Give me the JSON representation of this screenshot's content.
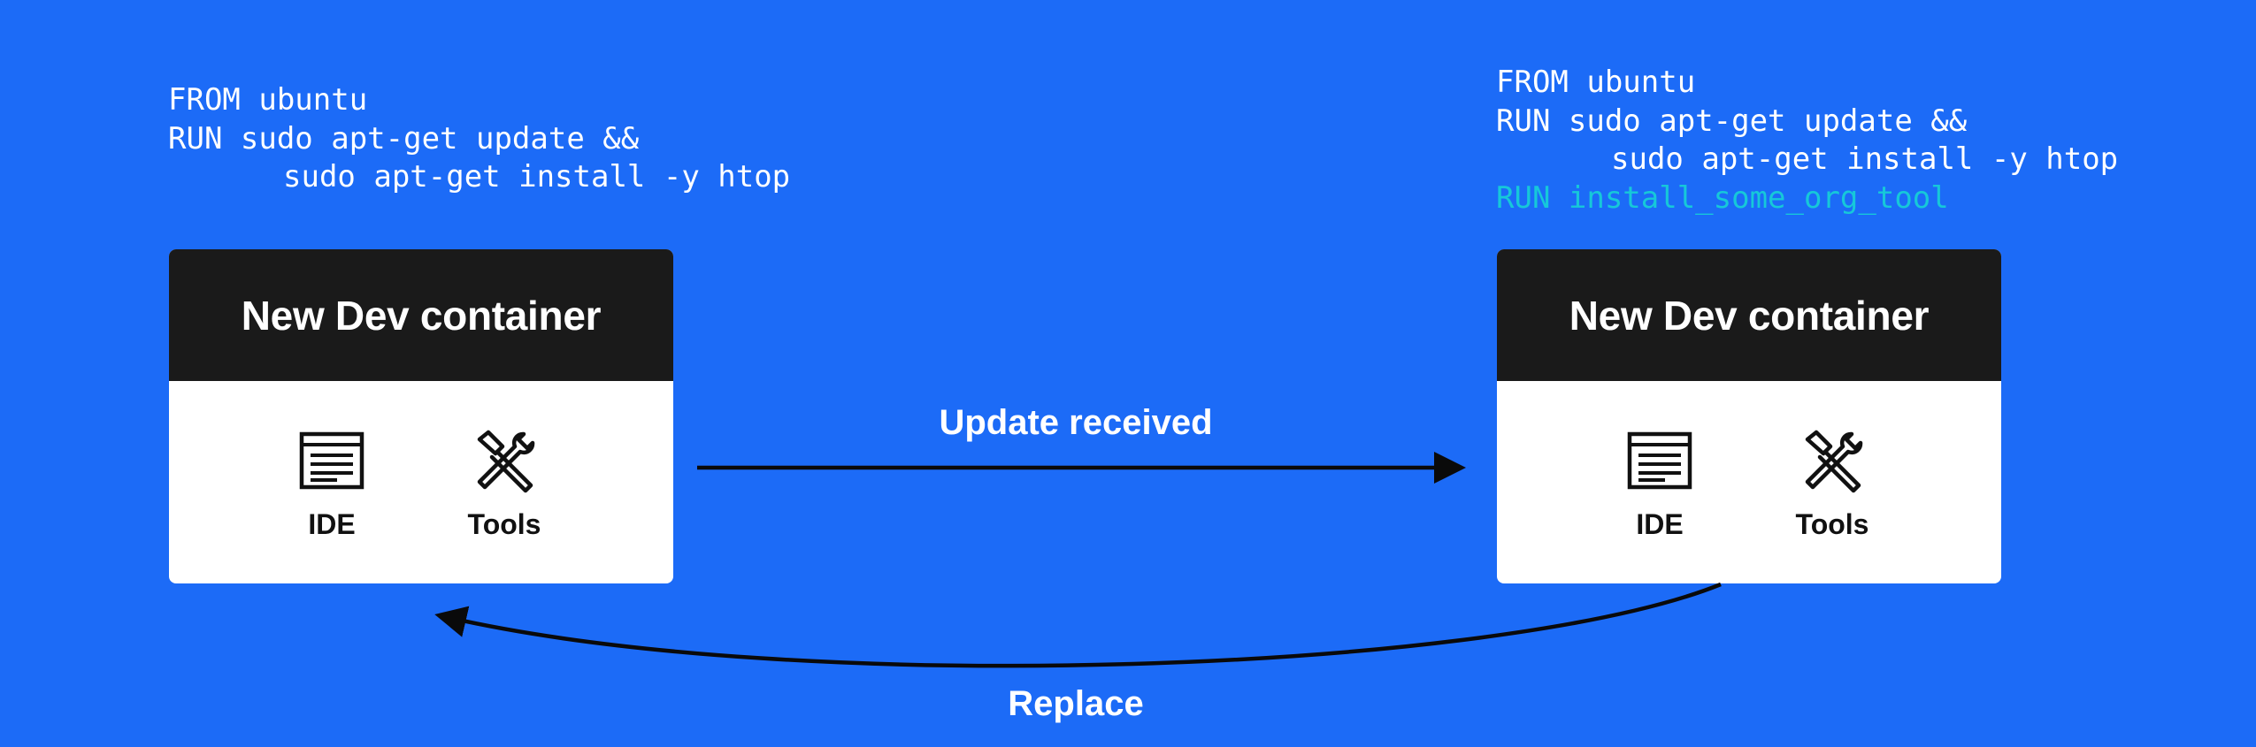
{
  "diagram": {
    "background_color": "#1c6bf7",
    "left": {
      "code_lines": [
        {
          "text": "FROM ubuntu",
          "indent": false,
          "highlight": false
        },
        {
          "text": "RUN sudo apt-get update &&",
          "indent": false,
          "highlight": false
        },
        {
          "text": "sudo apt-get install -y htop",
          "indent": true,
          "highlight": false
        }
      ],
      "card_title": "New Dev container",
      "items": [
        {
          "label": "IDE",
          "icon": "ide-window-icon"
        },
        {
          "label": "Tools",
          "icon": "tools-hammer-wrench-icon"
        }
      ]
    },
    "right": {
      "code_lines": [
        {
          "text": "FROM ubuntu",
          "indent": false,
          "highlight": false
        },
        {
          "text": "RUN sudo apt-get update &&",
          "indent": false,
          "highlight": false
        },
        {
          "text": "sudo apt-get install -y htop",
          "indent": true,
          "highlight": false
        },
        {
          "text": "RUN install_some_org_tool",
          "indent": false,
          "highlight": true
        }
      ],
      "card_title": "New Dev container",
      "items": [
        {
          "label": "IDE",
          "icon": "ide-window-icon"
        },
        {
          "label": "Tools",
          "icon": "tools-hammer-wrench-icon"
        }
      ]
    },
    "edges": {
      "update_label": "Update received",
      "replace_label": "Replace"
    },
    "colors": {
      "highlight_code": "#16c8d9",
      "card_header": "#1a1a1a",
      "arrow": "#0a0a0a"
    }
  }
}
